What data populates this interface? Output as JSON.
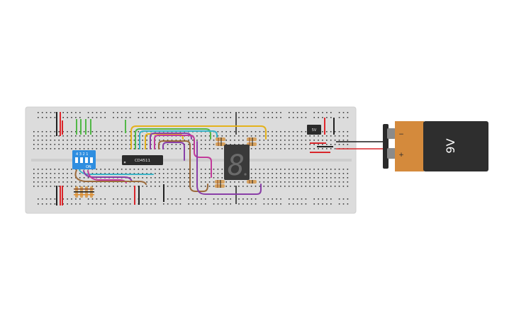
{
  "chip": {
    "label": "CD4511"
  },
  "regulator": {
    "label": "5V"
  },
  "battery": {
    "label": "9V",
    "minus": "−",
    "plus": "+"
  },
  "dip_switch": {
    "numbers": "4 3 2 1",
    "on_label": "ON"
  },
  "display": {
    "digit": "8"
  },
  "colors": {
    "breadboard": "#dcdcdc",
    "hole": "#3a3a3a",
    "rail_red": "#e0262b",
    "rail_black": "#222222",
    "dip_blue": "#2f8ee0",
    "chip_body": "#2b2b2b",
    "battery_body": "#2e2e2e",
    "battery_cap": "#d48a3c",
    "wire_yellow": "#e4b21c",
    "wire_green": "#52b847",
    "wire_teal": "#3bb4c7",
    "wire_purple": "#8a3fa8",
    "wire_magenta": "#c23a9a",
    "wire_brown": "#9c6b3c",
    "wire_red": "#d8262b",
    "wire_black": "#1a1a1a"
  }
}
